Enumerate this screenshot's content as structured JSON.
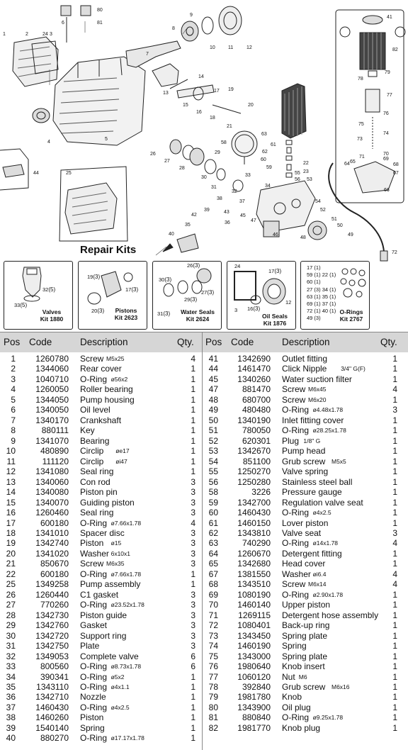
{
  "diagram_labels": [
    "1",
    "2",
    "24",
    "3",
    "6",
    "80",
    "81",
    "9",
    "8",
    "10",
    "11",
    "12",
    "5",
    "4",
    "7",
    "14",
    "13",
    "15",
    "16",
    "17",
    "18",
    "19",
    "20",
    "21",
    "44",
    "25",
    "26",
    "27",
    "28",
    "29",
    "30",
    "31",
    "32",
    "33",
    "58",
    "63",
    "61",
    "62",
    "60",
    "59",
    "22",
    "23",
    "34",
    "55",
    "56",
    "53",
    "54",
    "52",
    "51",
    "50",
    "49",
    "48",
    "47",
    "46",
    "45",
    "43",
    "42",
    "39",
    "38",
    "37",
    "36",
    "35",
    "40",
    "41",
    "82",
    "79",
    "78",
    "77",
    "76",
    "75",
    "74",
    "73",
    "72",
    "71",
    "70",
    "69",
    "68",
    "67",
    "66",
    "65",
    "64"
  ],
  "repair_kits": {
    "title": "Repair Kits",
    "valves": {
      "name": "Valves",
      "kit": "Kit 1880",
      "labels": [
        "32",
        "(5)",
        "33",
        "(5)"
      ]
    },
    "pistons": {
      "name": "Pistons",
      "kit": "Kit 2623",
      "labels": [
        "19",
        "(3)",
        "20",
        "(3)",
        "17",
        "(3)"
      ]
    },
    "water_seals": {
      "name": "Water Seals",
      "kit": "Kit 2624",
      "labels": [
        "26",
        "(3)",
        "30",
        "(3)",
        "29",
        "(3)",
        "27",
        "(3)",
        "31",
        "(3)"
      ]
    },
    "oil_seals": {
      "name": "Oil Seals",
      "kit": "Kit 1876",
      "labels": [
        "24",
        "17",
        "(3)",
        "3",
        "16",
        "(3)",
        "12"
      ]
    },
    "o_rings": {
      "name": "O-Rings",
      "kit": "Kit 2767",
      "items": [
        "17 (1)",
        "59 (1)",
        "22 (1)",
        "60 (1)",
        "27 (3)",
        "34 (1)",
        "63 (1)",
        "35 (1)",
        "69 (1)",
        "37 (1)",
        "72 (1)",
        "40 (1)",
        "49 (3)"
      ]
    }
  },
  "table": {
    "headers": {
      "pos": "Pos",
      "code": "Code",
      "description": "Description",
      "qty": "Qty."
    },
    "left": [
      {
        "pos": "1",
        "code": "1260780",
        "desc": "Screw",
        "spec": "M5x25",
        "qty": "4"
      },
      {
        "pos": "2",
        "code": "1344060",
        "desc": "Rear cover",
        "spec": "",
        "qty": "1"
      },
      {
        "pos": "3",
        "code": "1040710",
        "desc": "O-Ring",
        "spec": "ø56x2",
        "qty": "1"
      },
      {
        "pos": "4",
        "code": "1260050",
        "desc": "Roller bearing",
        "spec": "",
        "qty": "1"
      },
      {
        "pos": "5",
        "code": "1344050",
        "desc": "Pump housing",
        "spec": "",
        "qty": "1"
      },
      {
        "pos": "6",
        "code": "1340050",
        "desc": "Oil level",
        "spec": "",
        "qty": "1"
      },
      {
        "pos": "7",
        "code": "1340170",
        "desc": "Crankshaft",
        "spec": "",
        "qty": "1"
      },
      {
        "pos": "8",
        "code": "880111",
        "desc": "Key",
        "spec": "",
        "qty": "1"
      },
      {
        "pos": "9",
        "code": "1341070",
        "desc": "Bearing",
        "spec": "",
        "qty": "1"
      },
      {
        "pos": "10",
        "code": "480890",
        "desc": "Circlip",
        "spec": "øe17",
        "qty": "1"
      },
      {
        "pos": "11",
        "code": "111120",
        "desc": "Circlip",
        "spec": "øi47",
        "qty": "1"
      },
      {
        "pos": "12",
        "code": "1341080",
        "desc": "Seal ring",
        "spec": "",
        "qty": "1"
      },
      {
        "pos": "13",
        "code": "1340060",
        "desc": "Con rod",
        "spec": "",
        "qty": "3"
      },
      {
        "pos": "14",
        "code": "1340080",
        "desc": "Piston pin",
        "spec": "",
        "qty": "3"
      },
      {
        "pos": "15",
        "code": "1340070",
        "desc": "Guiding piston",
        "spec": "",
        "qty": "3"
      },
      {
        "pos": "16",
        "code": "1260460",
        "desc": "Seal ring",
        "spec": "",
        "qty": "3"
      },
      {
        "pos": "17",
        "code": "600180",
        "desc": "O-Ring",
        "spec": "ø7.66x1.78",
        "qty": "4"
      },
      {
        "pos": "18",
        "code": "1341010",
        "desc": "Spacer disc",
        "spec": "",
        "qty": "3"
      },
      {
        "pos": "19",
        "code": "1342740",
        "desc": "Piston",
        "spec": "ø15",
        "qty": "3"
      },
      {
        "pos": "20",
        "code": "1341020",
        "desc": "Washer",
        "spec": "6x10x1",
        "qty": "3"
      },
      {
        "pos": "21",
        "code": "850670",
        "desc": "Screw",
        "spec": "M6x35",
        "qty": "3"
      },
      {
        "pos": "22",
        "code": "600180",
        "desc": "O-Ring",
        "spec": "ø7.66x1.78",
        "qty": "1"
      },
      {
        "pos": "25",
        "code": "1349258",
        "desc": "Pump assembly",
        "spec": "",
        "qty": "1"
      },
      {
        "pos": "26",
        "code": "1260440",
        "desc": "C1 gasket",
        "spec": "",
        "qty": "3"
      },
      {
        "pos": "27",
        "code": "770260",
        "desc": "O-Ring",
        "spec": "ø23.52x1.78",
        "qty": "3"
      },
      {
        "pos": "28",
        "code": "1342730",
        "desc": "Piston guide",
        "spec": "",
        "qty": "3"
      },
      {
        "pos": "29",
        "code": "1342760",
        "desc": "Gasket",
        "spec": "",
        "qty": "3"
      },
      {
        "pos": "30",
        "code": "1342720",
        "desc": "Support ring",
        "spec": "",
        "qty": "3"
      },
      {
        "pos": "31",
        "code": "1342750",
        "desc": "Plate",
        "spec": "",
        "qty": "3"
      },
      {
        "pos": "32",
        "code": "1349053",
        "desc": "Complete valve",
        "spec": "",
        "qty": "6"
      },
      {
        "pos": "33",
        "code": "800560",
        "desc": "O-Ring",
        "spec": "ø8.73x1.78",
        "qty": "6"
      },
      {
        "pos": "34",
        "code": "390341",
        "desc": "O-Ring",
        "spec": "ø5x2",
        "qty": "1"
      },
      {
        "pos": "35",
        "code": "1343110",
        "desc": "O-Ring",
        "spec": "ø4x1.1",
        "qty": "1"
      },
      {
        "pos": "36",
        "code": "1342710",
        "desc": "Nozzle",
        "spec": "",
        "qty": "1"
      },
      {
        "pos": "37",
        "code": "1460430",
        "desc": "O-Ring",
        "spec": "ø4x2.5",
        "qty": "1"
      },
      {
        "pos": "38",
        "code": "1460260",
        "desc": "Piston",
        "spec": "",
        "qty": "1"
      },
      {
        "pos": "39",
        "code": "1540140",
        "desc": "Spring",
        "spec": "",
        "qty": "1"
      },
      {
        "pos": "40",
        "code": "880270",
        "desc": "O-Ring",
        "spec": "ø17.17x1.78",
        "qty": "1"
      }
    ],
    "right": [
      {
        "pos": "41",
        "code": "1342690",
        "desc": "Outlet fitting",
        "spec": "",
        "qty": "1"
      },
      {
        "pos": "44",
        "code": "1461470",
        "desc": "Click Nipple",
        "spec": "3/4\" G(F)",
        "qty": "1"
      },
      {
        "pos": "45",
        "code": "1340260",
        "desc": "Water suction filter",
        "spec": "",
        "qty": "1"
      },
      {
        "pos": "47",
        "code": "881470",
        "desc": "Screw",
        "spec": "M6x45",
        "qty": "4"
      },
      {
        "pos": "48",
        "code": "680700",
        "desc": "Screw",
        "spec": "M6x20",
        "qty": "1"
      },
      {
        "pos": "49",
        "code": "480480",
        "desc": "O-Ring",
        "spec": "ø4.48x1.78",
        "qty": "3"
      },
      {
        "pos": "50",
        "code": "1340190",
        "desc": "Inlet fitting cover",
        "spec": "",
        "qty": "1"
      },
      {
        "pos": "51",
        "code": "780050",
        "desc": "O-Ring",
        "spec": "ø28.25x1.78",
        "qty": "1"
      },
      {
        "pos": "52",
        "code": "620301",
        "desc": "Plug",
        "spec": "1/8\" G",
        "qty": "1"
      },
      {
        "pos": "53",
        "code": "1342670",
        "desc": "Pump head",
        "spec": "",
        "qty": "1"
      },
      {
        "pos": "54",
        "code": "851100",
        "desc": "Grub screw",
        "spec": "M5x5",
        "qty": "1"
      },
      {
        "pos": "55",
        "code": "1250270",
        "desc": "Valve spring",
        "spec": "",
        "qty": "1"
      },
      {
        "pos": "56",
        "code": "1250280",
        "desc": "Stainless steel ball",
        "spec": "",
        "qty": "1"
      },
      {
        "pos": "58",
        "code": "3226",
        "desc": "Pressure gauge",
        "spec": "",
        "qty": "1"
      },
      {
        "pos": "59",
        "code": "1342700",
        "desc": "Regulation valve seat",
        "spec": "",
        "qty": "1"
      },
      {
        "pos": "60",
        "code": "1460430",
        "desc": "O-Ring",
        "spec": "ø4x2.5",
        "qty": "1"
      },
      {
        "pos": "61",
        "code": "1460150",
        "desc": "Lover piston",
        "spec": "",
        "qty": "1"
      },
      {
        "pos": "62",
        "code": "1343810",
        "desc": "Valve seat",
        "spec": "",
        "qty": "3"
      },
      {
        "pos": "63",
        "code": "740290",
        "desc": "O-Ring",
        "spec": "ø14x1.78",
        "qty": "4"
      },
      {
        "pos": "64",
        "code": "1260670",
        "desc": "Detergent fitting",
        "spec": "",
        "qty": "1"
      },
      {
        "pos": "65",
        "code": "1342680",
        "desc": "Head cover",
        "spec": "",
        "qty": "1"
      },
      {
        "pos": "67",
        "code": "1381550",
        "desc": "Washer",
        "spec": "øi6.4",
        "qty": "4"
      },
      {
        "pos": "68",
        "code": "1343510",
        "desc": "Screw",
        "spec": "M6x14",
        "qty": "4"
      },
      {
        "pos": "69",
        "code": "1080190",
        "desc": "O-Ring",
        "spec": "ø2.90x1.78",
        "qty": "1"
      },
      {
        "pos": "70",
        "code": "1460140",
        "desc": "Upper piston",
        "spec": "",
        "qty": "1"
      },
      {
        "pos": "71",
        "code": "1269115",
        "desc": "Detergent hose assembly",
        "spec": "",
        "qty": "1"
      },
      {
        "pos": "72",
        "code": "1080401",
        "desc": "Back-up ring",
        "spec": "",
        "qty": "1"
      },
      {
        "pos": "73",
        "code": "1343450",
        "desc": "Spring plate",
        "spec": "",
        "qty": "1"
      },
      {
        "pos": "74",
        "code": "1460190",
        "desc": "Spring",
        "spec": "",
        "qty": "1"
      },
      {
        "pos": "75",
        "code": "1343000",
        "desc": "Spring plate",
        "spec": "",
        "qty": "1"
      },
      {
        "pos": "76",
        "code": "1980640",
        "desc": "Knob insert",
        "spec": "",
        "qty": "1"
      },
      {
        "pos": "77",
        "code": "1060120",
        "desc": "Nut",
        "spec": "M6",
        "qty": "1"
      },
      {
        "pos": "78",
        "code": "392840",
        "desc": "Grub screw",
        "spec": "M6x16",
        "qty": "1"
      },
      {
        "pos": "79",
        "code": "1981780",
        "desc": "Knob",
        "spec": "",
        "qty": "1"
      },
      {
        "pos": "80",
        "code": "1343900",
        "desc": "Oil plug",
        "spec": "",
        "qty": "1"
      },
      {
        "pos": "81",
        "code": "880840",
        "desc": "O-Ring",
        "spec": "ø9.25x1.78",
        "qty": "1"
      },
      {
        "pos": "82",
        "code": "1981770",
        "desc": "Knob plug",
        "spec": "",
        "qty": "1"
      }
    ]
  }
}
